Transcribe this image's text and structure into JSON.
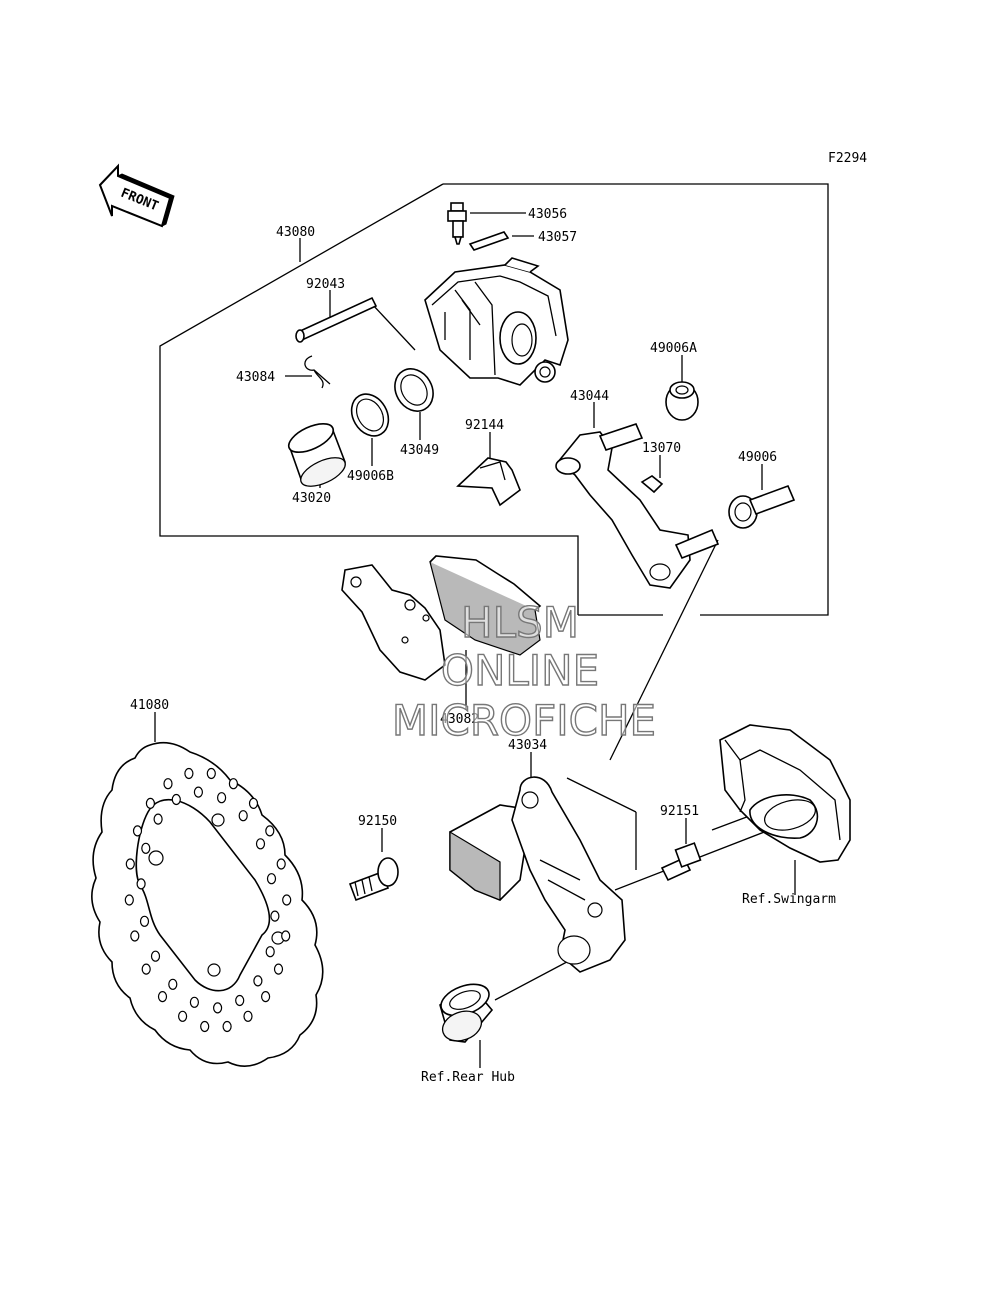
{
  "figure_code": "F2294",
  "front_arrow_label": "FRONT",
  "part_labels": {
    "p43080": "43080",
    "p92043": "92043",
    "p43084": "43084",
    "p43056": "43056",
    "p43057": "43057",
    "p49006A": "49006A",
    "p43044": "43044",
    "p13070": "13070",
    "p49006": "49006",
    "p92144": "92144",
    "p43049": "43049",
    "p49006B": "49006B",
    "p43020": "43020",
    "p43082": "43082",
    "p43034": "43034",
    "p41080": "41080",
    "p92150": "92150",
    "p92151": "92151"
  },
  "references": {
    "swingarm": "Ref.Swingarm",
    "rear_hub": "Ref.Rear Hub"
  },
  "watermark": {
    "line1": "HLSM",
    "line2": "ONLINE",
    "line3": "MICROFICHE"
  }
}
